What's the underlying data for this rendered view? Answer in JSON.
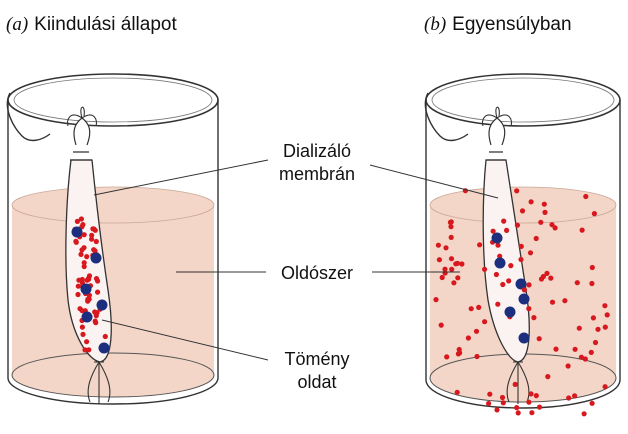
{
  "panels": {
    "a": {
      "letter": "(a)",
      "title": "Kiindulási állapot"
    },
    "b": {
      "letter": "(b)",
      "title": "Egyensúlyban"
    }
  },
  "labels": {
    "membrane_line1": "Dializáló",
    "membrane_line2": "membrán",
    "solvent": "Oldószer",
    "concentrated_line1": "Tömény",
    "concentrated_line2": "oldat"
  },
  "colors": {
    "solvent_fill": "#f3d6c8",
    "small_particle": "#d7191f",
    "large_particle": "#1b2f7e",
    "outline": "#333333"
  },
  "particles": {
    "large_count_per_bag": 6,
    "small_in_bag_initial": 65,
    "small_in_bag_equilibrium": 12,
    "small_in_solvent_equilibrium": 95
  }
}
